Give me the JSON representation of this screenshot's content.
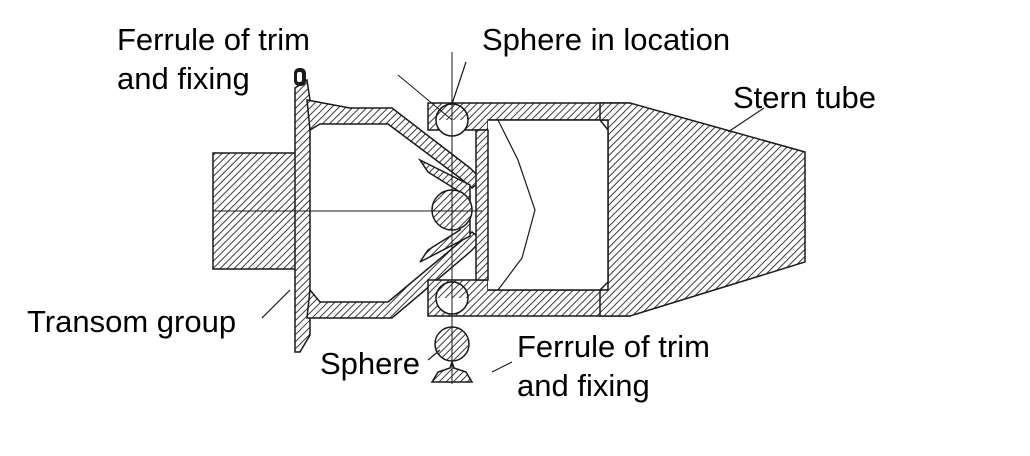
{
  "diagram": {
    "labels": {
      "ferrule_top_line1": "Ferrule of trim",
      "ferrule_top_line2": "and fixing",
      "sphere_in_location": "Sphere in location",
      "stern_tube": "Stern tube",
      "transom_group": "Transom group",
      "sphere": "Sphere",
      "ferrule_bottom_line1": "Ferrule of trim",
      "ferrule_bottom_line2": "and fixing"
    },
    "colors": {
      "background": "#ffffff",
      "stroke": "#1a1a1a",
      "hatch": "#3a3a3a"
    }
  }
}
